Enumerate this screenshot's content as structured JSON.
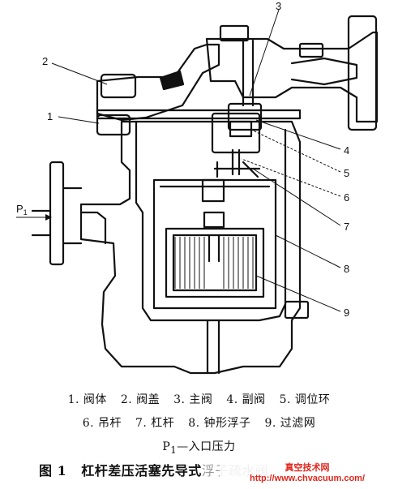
{
  "callouts": {
    "n1": "1",
    "n2": "2",
    "n3": "3",
    "n4": "4",
    "n5": "5",
    "n6": "6",
    "n7": "7",
    "n8": "8",
    "n9": "9",
    "inlet_label": "P",
    "inlet_sub": "1"
  },
  "legend": {
    "line1": [
      "1. 阀体",
      "2. 阀盖",
      "3. 主阀",
      "4. 副阀",
      "5. 调位环"
    ],
    "line2": [
      "6. 吊杆",
      "7. 杠杆",
      "8. 钟形浮子",
      "9. 过滤网"
    ],
    "line3_symbol": "P",
    "line3_sub": "1",
    "line3_text": "—入口压力"
  },
  "figure_title": {
    "label": "图 1",
    "text": "杠杆差压活塞先导式",
    "text_obscured": "浮子疏水阀"
  },
  "watermark": {
    "name": "真空技术网",
    "url": "http://www.chvacuum.com/"
  },
  "colors": {
    "ink": "#111111",
    "watermark": "#e0261c"
  }
}
